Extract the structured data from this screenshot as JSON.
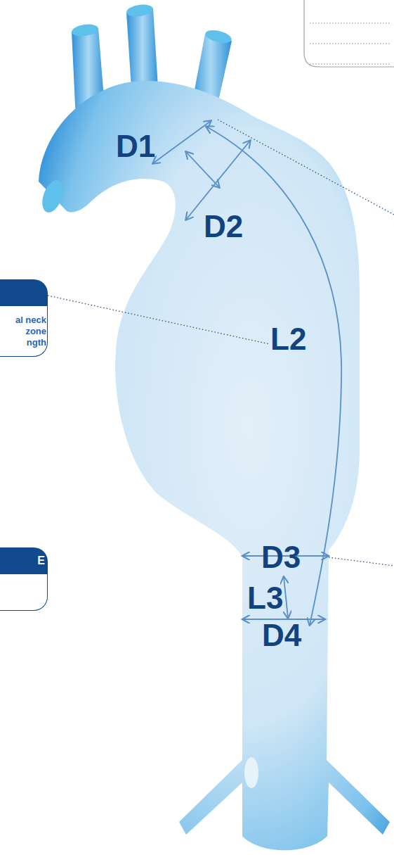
{
  "diagram": {
    "nodes": [
      {
        "text": [
          "al neck zone ngth"
        ]
      },
      {
        "text": [
          "E"
        ]
      }
    ],
    "labels": [
      "D1",
      "D2",
      "L2",
      "D3",
      "L3",
      "D4"
    ]
  }
}
